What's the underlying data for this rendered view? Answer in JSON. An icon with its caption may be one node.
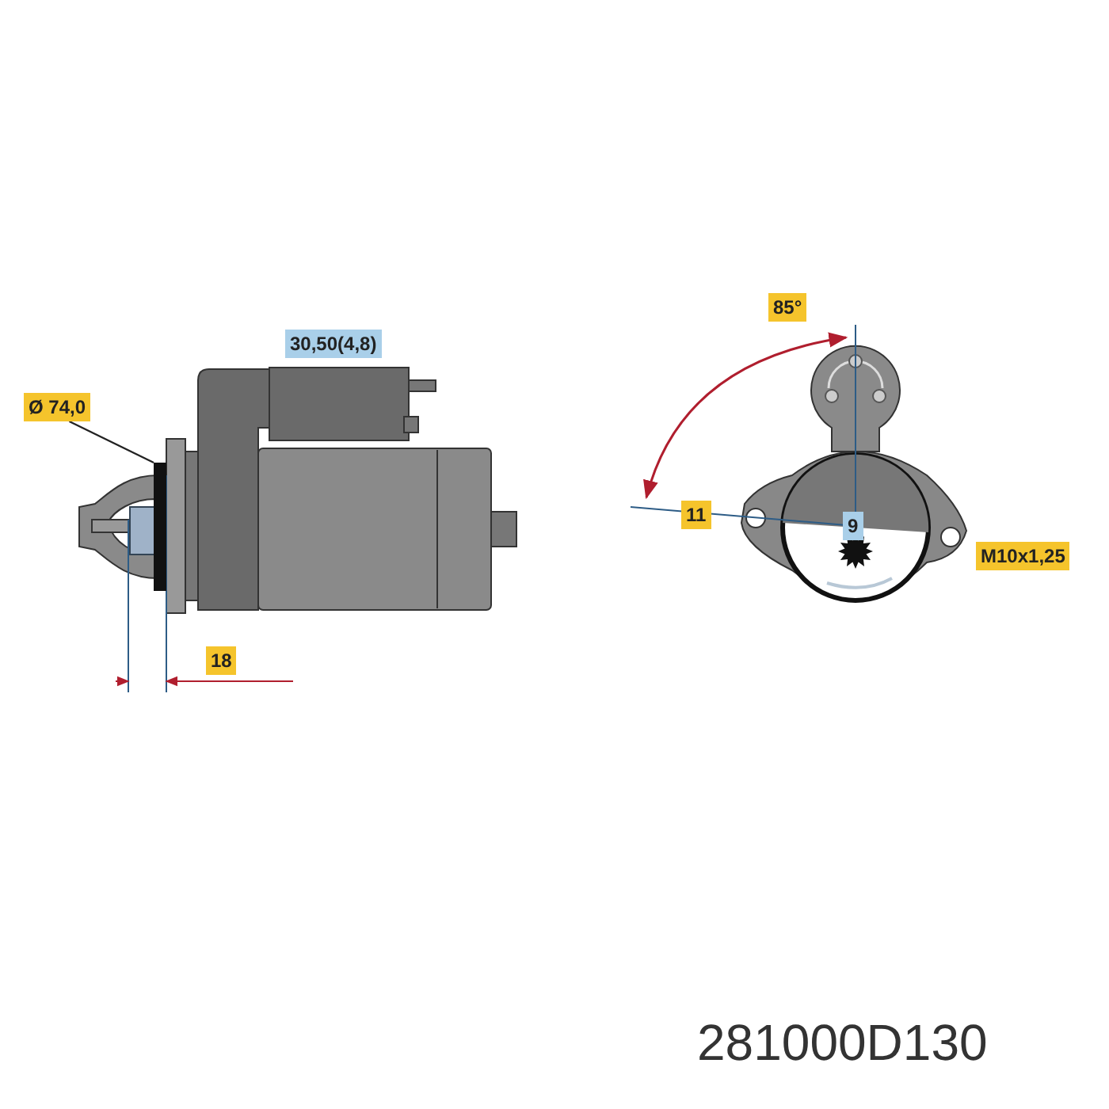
{
  "diagram": {
    "nodes": [
      {
        "text": [
          "Ø 74,0"
        ]
      },
      {
        "text": [],
        "shape": "bar"
      }
    ],
    "edges": [
      {
        "from": 0,
        "to": 1,
        "arrow": "none"
      }
    ],
    "labels": [
      "85°",
      "30,50(4,8)",
      "11",
      "9",
      "M10x1,25",
      "18",
      "281000D130"
    ]
  }
}
